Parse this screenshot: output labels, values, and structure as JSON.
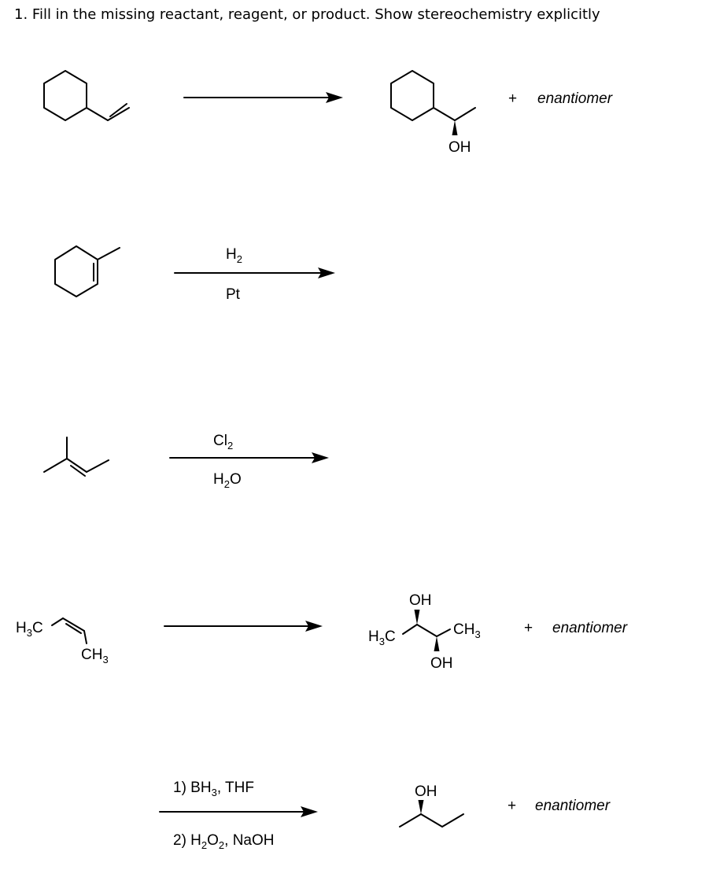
{
  "question": {
    "title": "1. Fill in the missing reactant, reagent, or product. Show stereochemistry explicitly"
  },
  "labels": {
    "plus": "+",
    "enantiomer": "enantiomer",
    "oh": "OH",
    "h": "H",
    "c": "C",
    "o": "O",
    "cl": "Cl",
    "two": "2",
    "three": "3",
    "pt": "Pt",
    "step1_prefix": "1) BH",
    "step1_suffix": ", THF",
    "step2_prefix": "2) H",
    "step2_o": "O",
    "step2_suffix": ", NaOH"
  },
  "reactions": [
    {
      "id": "1",
      "reagents_top": "",
      "reagents_bottom": "",
      "product_note": "+ enantiomer"
    },
    {
      "id": "2",
      "reagents_top": "H2",
      "reagents_bottom": "Pt",
      "product_note": ""
    },
    {
      "id": "3",
      "reagents_top": "Cl2",
      "reagents_bottom": "H2O",
      "product_note": ""
    },
    {
      "id": "4",
      "reagents_top": "",
      "reagents_bottom": "",
      "product_note": "+ enantiomer"
    },
    {
      "id": "5",
      "reagents_top": "1) BH3, THF",
      "reagents_bottom": "2) H2O2, NaOH",
      "product_note": "+ enantiomer"
    }
  ]
}
